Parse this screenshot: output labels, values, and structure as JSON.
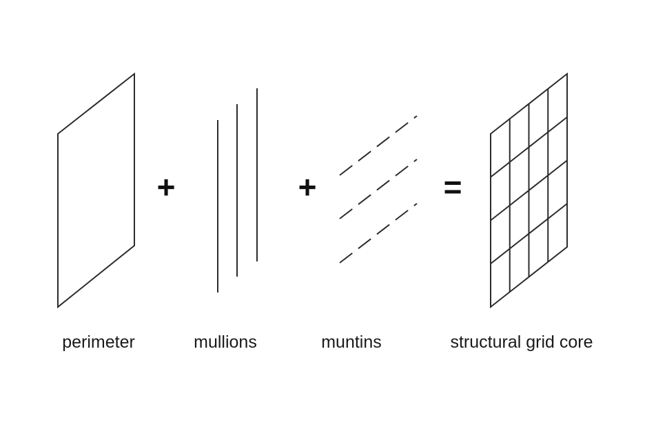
{
  "diagram": {
    "components": [
      {
        "id": "perimeter",
        "caption": "perimeter"
      },
      {
        "id": "mullions",
        "caption": "mullions"
      },
      {
        "id": "muntins",
        "caption": "muntins"
      },
      {
        "id": "grid",
        "caption": "structural grid core"
      }
    ],
    "operators": {
      "plus_1": "+",
      "plus_2": "+",
      "equals": "="
    },
    "grid_core": {
      "columns": 4,
      "rows": 4
    },
    "colors": {
      "line": "#2b2b2b",
      "text": "#1a1a1a",
      "background": "#ffffff"
    }
  }
}
